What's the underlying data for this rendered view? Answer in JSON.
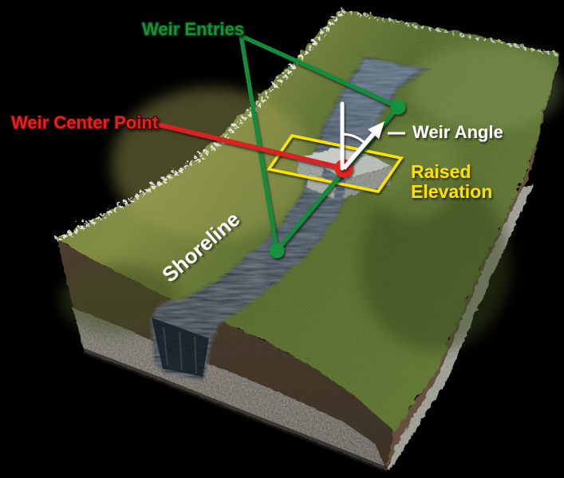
{
  "figure": {
    "description": "3D terrain block diagram of a stream weir",
    "background": "#000000"
  },
  "annotations": {
    "weir_entries": {
      "label": "Weir Entries",
      "color": "#17913D",
      "outline": "#06380f"
    },
    "weir_center_point": {
      "label": "Weir Center Point",
      "color": "#E6231E",
      "outline": "#4a0502"
    },
    "weir_angle": {
      "label": "Weir Angle",
      "color": "#FFFFFF"
    },
    "raised_elevation": {
      "line1": "Raised",
      "line2": "Elevation",
      "color": "#FFDF00"
    },
    "shoreline": {
      "label": "Shoreline",
      "color": "#FFFFFF"
    }
  },
  "markers": {
    "entry_dot_color": "#17913D",
    "entry_line_color": "#148A3C",
    "center_dot_color": "#E6231E",
    "center_line_color": "#D92420",
    "elevation_box_color": "#FFE400",
    "angle_graphic_color": "#FFFFFF"
  }
}
